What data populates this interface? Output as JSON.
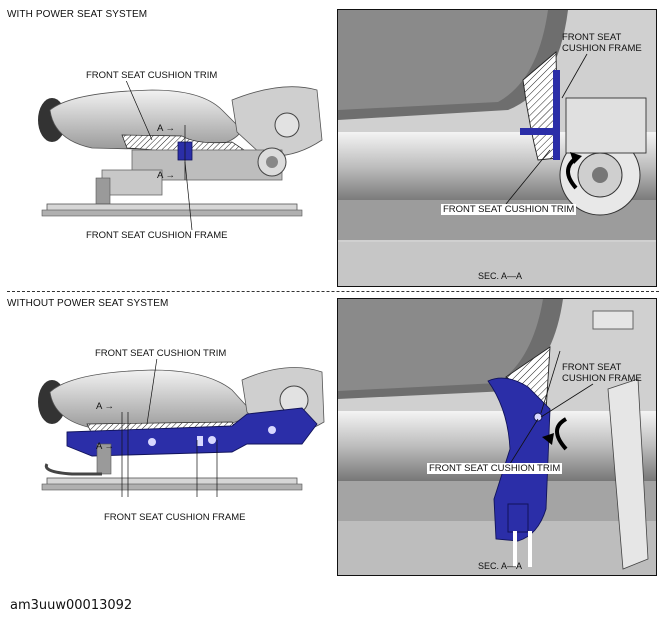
{
  "top": {
    "header": "WITH POWER SEAT SYSTEM",
    "left": {
      "trim_label": "FRONT SEAT CUSHION TRIM",
      "frame_label": "FRONT SEAT CUSHION FRAME",
      "marker_upper": "A",
      "marker_lower": "A"
    },
    "detail": {
      "frame_label_line1": "FRONT SEAT",
      "frame_label_line2": "CUSHION FRAME",
      "trim_label": "FRONT SEAT CUSHION TRIM",
      "section_label": "SEC. A—A"
    }
  },
  "bottom": {
    "header": "WITHOUT POWER SEAT SYSTEM",
    "left": {
      "trim_label": "FRONT SEAT CUSHION TRIM",
      "frame_label": "FRONT SEAT CUSHION FRAME",
      "marker_upper": "A",
      "marker_lower": "A"
    },
    "detail": {
      "frame_label_line1": "FRONT SEAT",
      "frame_label_line2": "CUSHION FRAME",
      "trim_label": "FRONT SEAT CUSHION TRIM",
      "section_label": "SEC. A—A"
    }
  },
  "footer": {
    "figure_id": "am3uuw00013092"
  },
  "colors": {
    "frame_blue": "#2b2ea8",
    "metal_dark": "#4a4a4a",
    "metal_light": "#e6e6e6"
  },
  "icons": [
    "arrow-right-icon",
    "curved-arrow-icon"
  ]
}
